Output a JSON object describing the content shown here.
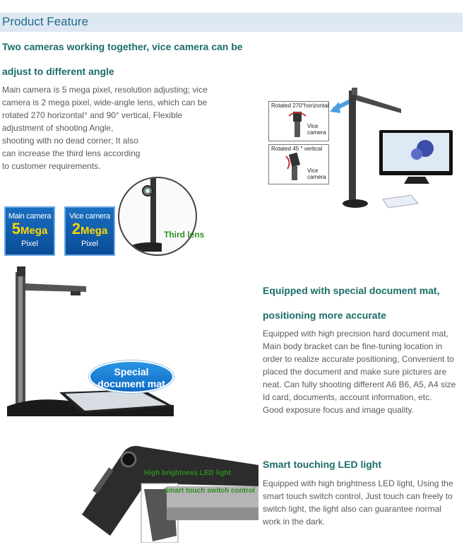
{
  "header": {
    "title": "Product Feature"
  },
  "section1": {
    "heading_line1": "Two cameras working together, vice camera can be",
    "heading_line2": "adjust to different angle",
    "body": "Main camera is 5 mega pixel, resolution adjusting; vice\ncamera is 2 mega pixel, wide-angle lens, which can be\nrotated 270 horizontal° and 90° vertical, Flexible\nadjustment of shooting Angle,\nshooting with no dead corner; It also\ncan increase the third lens according\nto customer requirements.",
    "badge_main": {
      "top": "Main camera",
      "num": "5",
      "unit": "Mega",
      "bottom": "Pixel"
    },
    "badge_vice": {
      "top": "Vice camera",
      "num": "2",
      "unit": "Mega",
      "bottom": "Pixel"
    },
    "third_lens_label": "Third lens",
    "rotated_h": "Rotated 270°horizontal",
    "rotated_v": "Rotated 45 ° vertical",
    "vice_camera_1": "Vice camera",
    "vice_camera_2": "Vice camera"
  },
  "section2": {
    "heading_line1": "Equipped with special document mat,",
    "heading_line2": "positioning more accurate",
    "body": "Equipped with high precision hard document mat,\nMain body bracket can be fine-tuning location in\norder to realize accurate positioning, Convenient to\nplaced the document and make sure pictures are\nneat. Can fully shooting different A6 B6, A5,  A4 size\nId card, documents, account information,  etc.\nGood exposure focus and image quality.",
    "bubble_line1": "Special",
    "bubble_line2": "document mat"
  },
  "section3": {
    "heading": "Smart touching LED light",
    "body": "Equipped with high brightness LED light, Using the\nsmart touch switch control, Just touch can freely to\nswitch light, the light also can guarantee normal\nwork in the dark.",
    "led_label": "High brightness LED light",
    "switch_label": "Smart touch switch control"
  },
  "colors": {
    "heading": "#1a6e67",
    "header_bar": "#dde8f3",
    "header_text": "#1f6b8c",
    "badge": "#0a4c97",
    "label_green": "#2c8c1e"
  }
}
